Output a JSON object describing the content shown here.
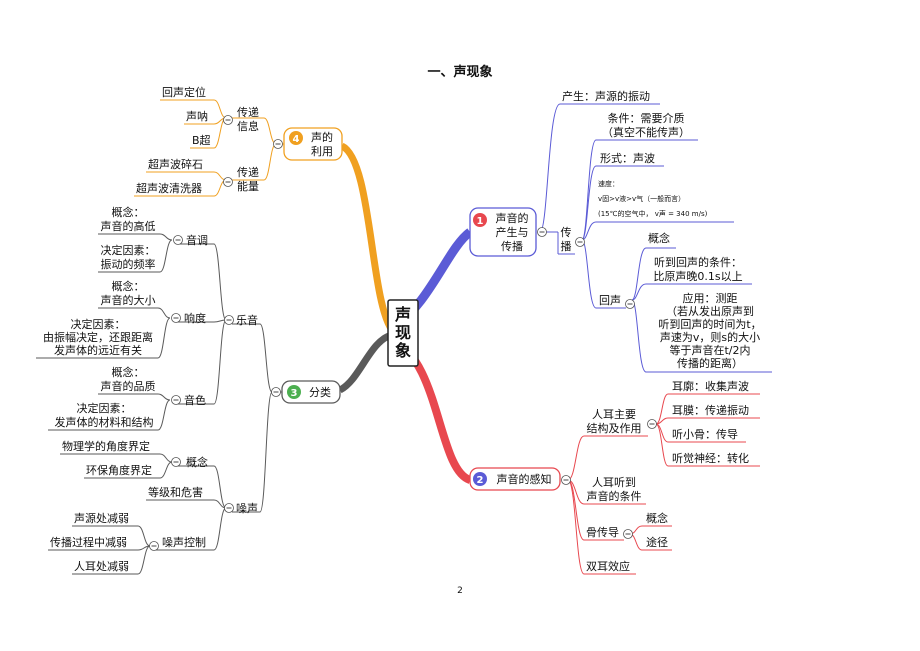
{
  "page": {
    "title": "一、声现象",
    "page_number": "2"
  },
  "center": {
    "lines": [
      "声",
      "现",
      "象"
    ]
  },
  "colors": {
    "purple": "#5b5bd6",
    "red": "#e8484f",
    "orange": "#f0a020",
    "gray": "#5a5a5a",
    "green": "#4caf50"
  },
  "topics": {
    "t1": {
      "num": "1",
      "lines": [
        "声音的",
        "产生与",
        "传播"
      ]
    },
    "t2": {
      "num": "2",
      "label": "声音的感知"
    },
    "t3": {
      "num": "3",
      "label": "分类"
    },
    "t4": {
      "num": "4",
      "lines": [
        "声的",
        "利用"
      ]
    }
  },
  "t1": {
    "produce": "产生：声源的振动",
    "propagate": {
      "lines": [
        "传",
        "播"
      ]
    },
    "condition": [
      "条件：需要介质",
      "（真空不能传声）"
    ],
    "form": "形式：声波",
    "speed": [
      "速度：",
      "v固>v液>v气（一般而言）",
      "(15℃的空气中，  v声 = 340 m/s)"
    ],
    "echo": {
      "label": "回声",
      "concept": "概念",
      "hear_condition": [
        "听到回声的条件：",
        "比原声晚0.1s以上"
      ],
      "application": [
        "应用：测距",
        "（若从发出原声到",
        "听到回声的时间为t，",
        "声速为v，则s的大小",
        "等于声音在t/2内",
        "传播的距离）"
      ]
    }
  },
  "t2": {
    "ear": {
      "label": [
        "人耳主要",
        "结构及作用"
      ],
      "items": [
        "耳廓：收集声波",
        "耳膜：传递振动",
        "听小骨：传导",
        "听觉神经：转化"
      ]
    },
    "hear_condition": [
      "人耳听到",
      "声音的条件"
    ],
    "bone": {
      "label": "骨传导",
      "items": [
        "概念",
        "途径"
      ]
    },
    "binaural": "双耳效应"
  },
  "t3": {
    "music": {
      "label": "乐音",
      "pitch": {
        "label": "音调",
        "concept": [
          "概念：",
          "声音的高低"
        ],
        "factor": [
          "决定因素：",
          "振动的频率"
        ]
      },
      "loudness": {
        "label": "响度",
        "concept": [
          "概念：",
          "声音的大小"
        ],
        "factor": [
          "决定因素：",
          "由振幅决定，还跟距离",
          "发声体的远近有关"
        ]
      },
      "timbre": {
        "label": "音色",
        "concept": [
          "概念：",
          "声音的品质"
        ],
        "factor": [
          "决定因素：",
          "发声体的材料和结构"
        ]
      }
    },
    "noise": {
      "label": "噪声",
      "concept": {
        "label": "概念",
        "items": [
          "物理学的角度界定",
          "环保角度界定"
        ]
      },
      "harm": "等级和危害",
      "control": {
        "label": "噪声控制",
        "items": [
          "声源处减弱",
          "传播过程中减弱",
          "人耳处减弱"
        ]
      }
    }
  },
  "t4": {
    "info": {
      "lines": [
        "传递",
        "信息"
      ],
      "items": [
        "回声定位",
        "声呐",
        "B超"
      ]
    },
    "energy": {
      "lines": [
        "传递",
        "能量"
      ],
      "items": [
        "超声波碎石",
        "超声波清洗器"
      ]
    }
  }
}
